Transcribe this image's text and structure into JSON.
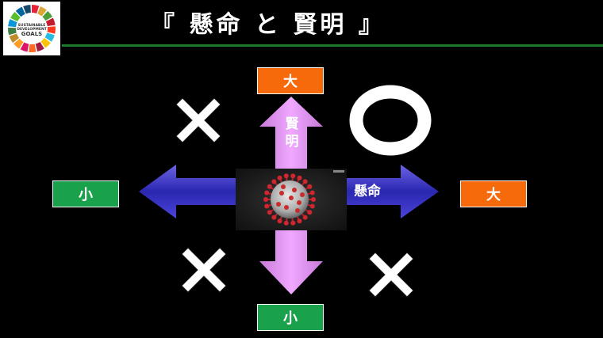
{
  "title": "『 懸命 と 賢明 』",
  "logo": {
    "line1": "SUSTAINABLE",
    "line2": "DEVELOPMENT",
    "line3": "GOALS"
  },
  "labels": {
    "top": "大",
    "bottom": "小",
    "left": "小",
    "right": "大"
  },
  "arrows": {
    "vertical_text": "賢明",
    "horizontal_text": "懸命"
  },
  "quadrants": {
    "top_left": "cross-mark",
    "top_right": "circle-mark",
    "bottom_left": "cross-mark",
    "bottom_right": "cross-mark"
  },
  "colors": {
    "accent_orange": "#f76a0c",
    "accent_green": "#19a24b",
    "arrow_blue": "#3333cc",
    "arrow_violet": "#d88ce8",
    "rule_green": "#1f7a2a"
  }
}
